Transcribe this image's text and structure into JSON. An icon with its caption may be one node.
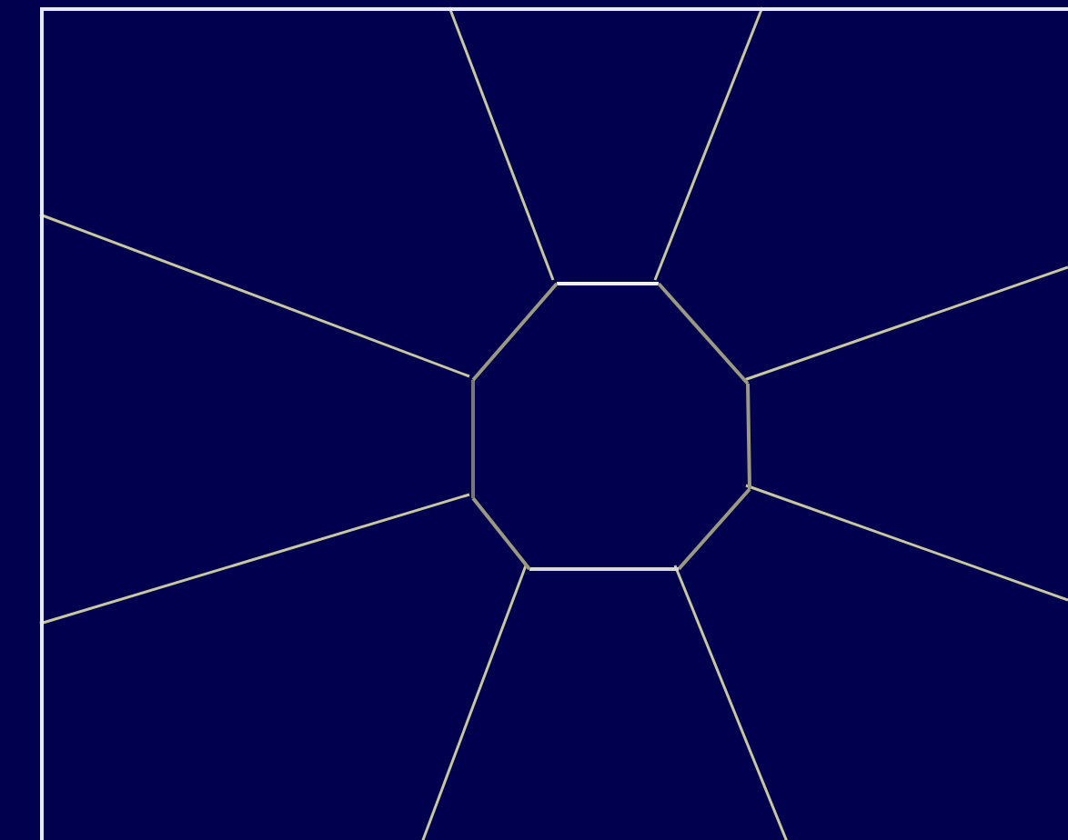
{
  "diagram": {
    "nodes": [
      {
        "text": [],
        "shape": "box"
      },
      {
        "text": [],
        "shape": "octagon",
        "in": 0
      }
    ],
    "edges": [
      {
        "from": 1,
        "to": 0,
        "arrow": "none"
      },
      {
        "from": 1,
        "to": 0,
        "arrow": "none"
      },
      {
        "from": 1,
        "to": 0,
        "arrow": "none"
      },
      {
        "from": 1,
        "to": 0,
        "arrow": "none"
      },
      {
        "from": 1,
        "to": 0,
        "arrow": "none"
      },
      {
        "from": 1,
        "to": 0,
        "arrow": "none"
      },
      {
        "from": 1,
        "to": 0,
        "arrow": "none"
      },
      {
        "from": 1,
        "to": 0,
        "arrow": "none"
      }
    ]
  }
}
